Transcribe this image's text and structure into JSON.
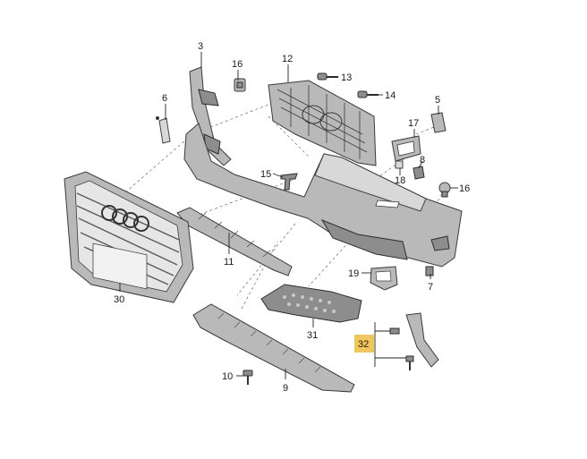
{
  "callouts": {
    "c3": "3",
    "c16a": "16",
    "c12": "12",
    "c13": "13",
    "c6": "6",
    "c14": "14",
    "c5": "5",
    "c17": "17",
    "c8": "8",
    "c15": "15",
    "c18": "18",
    "c16b": "16",
    "c11": "11",
    "c19": "19",
    "c7": "7",
    "c30": "30",
    "c31": "31",
    "c32": "32",
    "c10": "10",
    "c9": "9"
  },
  "colors": {
    "part": "#b9b9b9",
    "outline": "#3a3a3a",
    "highlight": "#f0c75a"
  }
}
